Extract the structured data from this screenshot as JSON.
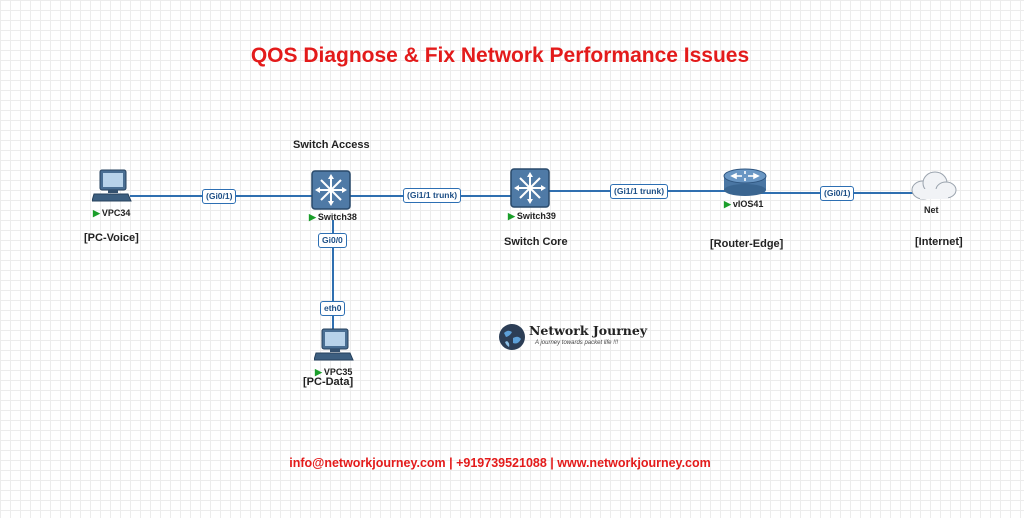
{
  "title": "QOS Diagnose & Fix Network Performance Issues",
  "footer": "info@networkjourney.com | +919739521088 | www.networkjourney.com",
  "nodes": {
    "vpc34": {
      "name": "VPC34",
      "role": "[PC-Voice]"
    },
    "switch38": {
      "name": "Switch38",
      "role": "Switch Access"
    },
    "switch39": {
      "name": "Switch39",
      "role": "Switch Core"
    },
    "vios41": {
      "name": "vIOS41",
      "role": "[Router-Edge]"
    },
    "net": {
      "name": "Net",
      "role": "[Internet]"
    },
    "vpc35": {
      "name": "VPC35",
      "role": "[PC-Data]"
    }
  },
  "links": {
    "vpc34_switch38": "(Gi0/1)",
    "switch38_switch39": "(Gi1/1 trunk)",
    "switch39_vios41": "(Gi1/1 trunk)",
    "vios41_net": "(Gi0/1)",
    "switch38_down": "Gi0/0",
    "vpc35_up": "eth0"
  },
  "logo": {
    "title": "Network Journey",
    "subtitle": "A journey towards packet life !!!"
  },
  "colors": {
    "title": "#e31b1b",
    "link": "#2f6fb0",
    "status": "#1a9e2a"
  }
}
